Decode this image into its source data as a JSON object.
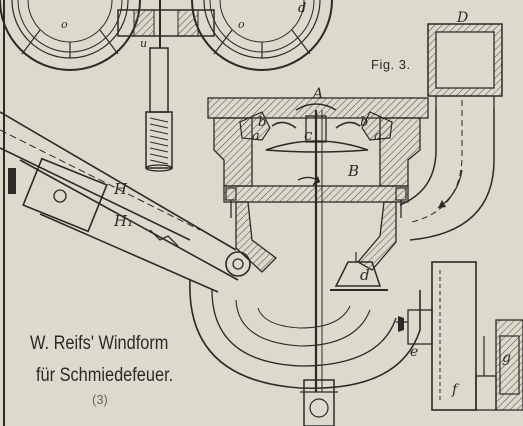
{
  "figure": {
    "label": "Fig. 3.",
    "caption_line1": "W. Reifs' Windform",
    "caption_line2": "für Schmiedefeuer.",
    "caption_number": "(3)"
  },
  "part_labels": {
    "a_left": "a",
    "a_right": "a",
    "b_left": "b",
    "b_right": "b",
    "c": "c",
    "A": "A",
    "B": "B",
    "D": "D",
    "d_top": "d",
    "d_bottom": "d",
    "H": "H",
    "H1": "H₁",
    "e": "e",
    "f": "f",
    "g": "g",
    "o_left": "o",
    "o_right": "o",
    "u": "u"
  },
  "colors": {
    "paper": "#ddd9cd",
    "ink": "#2b2a27",
    "hatch": "#55524b"
  }
}
